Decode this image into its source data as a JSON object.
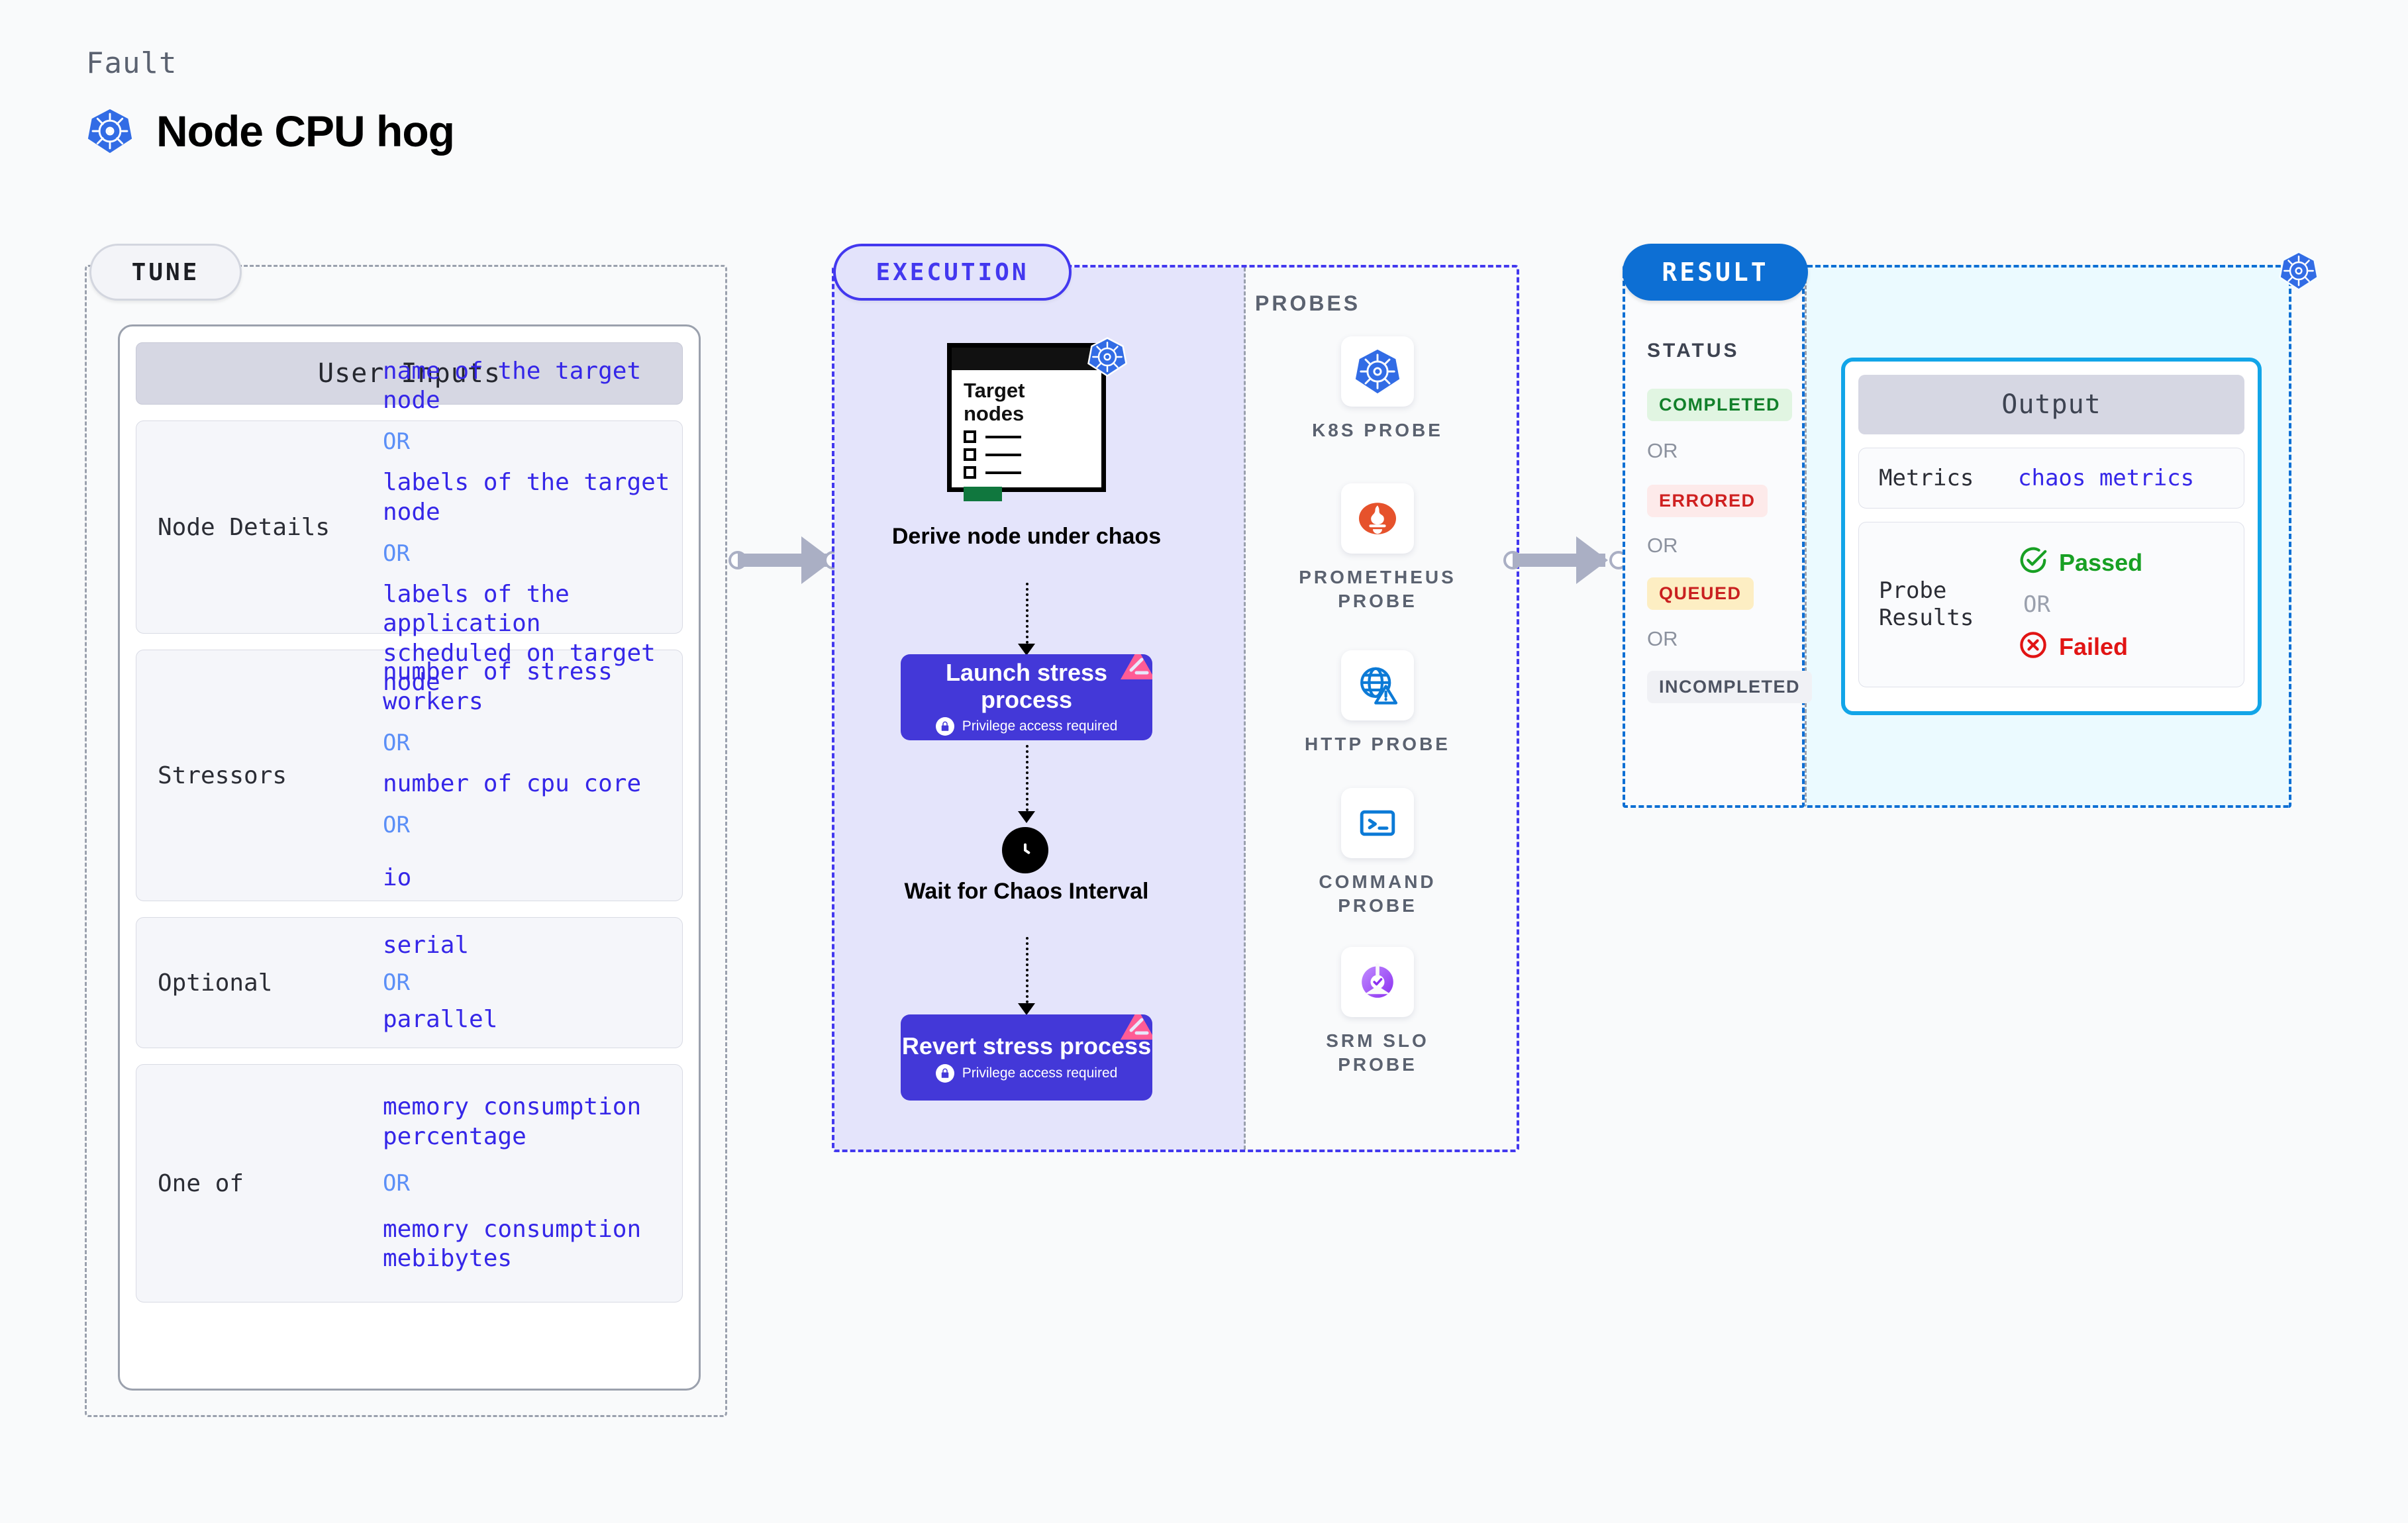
{
  "header": {
    "kicker": "Fault",
    "title": "Node CPU hog",
    "icon": "kubernetes-icon"
  },
  "tune": {
    "pill_label": "TUNE",
    "card_header": "User Inputs",
    "rows": [
      {
        "label": "Node Details",
        "values": [
          "name of the target node",
          "labels of the target node",
          "labels of the application\n scheduled on target node"
        ],
        "separator": "OR"
      },
      {
        "label": "Stressors",
        "values": [
          "number of stress workers",
          "number of cpu core",
          "io"
        ],
        "separator": "OR"
      },
      {
        "label": "Optional",
        "values": [
          "serial",
          "parallel"
        ],
        "separator": "OR"
      },
      {
        "label": "One of",
        "values": [
          "memory consumption percentage",
          "memory consumption mebibytes"
        ],
        "separator": "OR"
      }
    ]
  },
  "execution": {
    "pill_label": "EXECUTION",
    "nodes": [
      {
        "type": "derive",
        "card_title": "Target nodes",
        "caption": "Derive node under chaos",
        "icon": "kubernetes-icon"
      },
      {
        "type": "process",
        "title": "Launch stress process",
        "subtitle": "Privilege access required",
        "icon": "lock-icon",
        "badge": "litmus-badge-icon"
      },
      {
        "type": "wait",
        "caption": "Wait for Chaos Interval",
        "icon": "clock-icon"
      },
      {
        "type": "process",
        "title": "Revert stress process",
        "subtitle": "Privilege access required",
        "icon": "lock-icon",
        "badge": "litmus-badge-icon"
      }
    ]
  },
  "probes": {
    "section_label": "PROBES",
    "items": [
      {
        "label": "K8S PROBE",
        "icon": "kubernetes-icon"
      },
      {
        "label": "PROMETHEUS PROBE",
        "icon": "prometheus-icon"
      },
      {
        "label": "HTTP PROBE",
        "icon": "globe-warning-icon"
      },
      {
        "label": "COMMAND PROBE",
        "icon": "terminal-icon"
      },
      {
        "label": "SRM SLO PROBE",
        "icon": "slo-gauge-icon"
      }
    ]
  },
  "result": {
    "pill_label": "RESULT",
    "status_label": "STATUS",
    "separator": "OR",
    "statuses": [
      {
        "label": "COMPLETED",
        "bg": "#e1f5e2",
        "fg": "#12802a"
      },
      {
        "label": "ERRORED",
        "bg": "#fdeaea",
        "fg": "#cf2020"
      },
      {
        "label": "QUEUED",
        "bg": "#fdeec3",
        "fg": "#c92020"
      },
      {
        "label": "INCOMPLETED",
        "bg": "#f0f1f5",
        "fg": "#4d5362"
      }
    ],
    "output": {
      "header": "Output",
      "metrics_label": "Metrics",
      "metrics_value": "chaos metrics",
      "probe_results_label": "Probe Results",
      "passed_label": "Passed",
      "failed_label": "Failed",
      "separator": "OR",
      "passed_icon": "check-circle-icon",
      "failed_icon": "x-circle-icon"
    },
    "corner_icon": "kubernetes-icon"
  },
  "colors": {
    "execution_accent": "#4338ef",
    "result_accent": "#0d6fd4",
    "output_accent": "#12a5e8",
    "value_text": "#3526e8",
    "or_text": "#5b8ff7",
    "process_box": "#4338d8",
    "badge_pink": "#ff5c95",
    "kubernetes_blue": "#326ce5"
  }
}
